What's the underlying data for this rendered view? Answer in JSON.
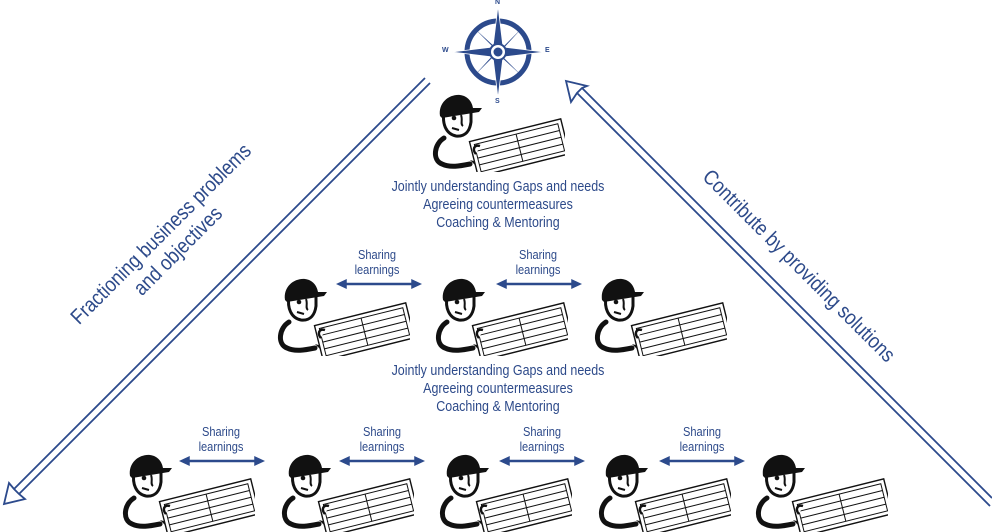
{
  "colors": {
    "accent": "#2c4a8c",
    "figure": "#111111"
  },
  "compass": {
    "icon": "compass-rose-icon",
    "north": "N",
    "south": "S",
    "east": "E",
    "west": "W"
  },
  "left_arrow": {
    "icon": "double-arrow-down-left-icon",
    "label_line1": "Fractioning business problems",
    "label_line2": "and objectives"
  },
  "right_arrow": {
    "icon": "double-arrow-up-left-icon",
    "label": "Contribute by providing solutions"
  },
  "levels": [
    {
      "name": "top",
      "workers": 1,
      "text": [
        "Jointly understanding Gaps and needs",
        "Agreeing countermeasures",
        "Coaching & Mentoring"
      ]
    },
    {
      "name": "middle",
      "workers": 3,
      "sharing": [
        {
          "line1": "Sharing",
          "line2": "learnings"
        },
        {
          "line1": "Sharing",
          "line2": "learnings"
        }
      ],
      "text": [
        "Jointly understanding Gaps and needs",
        "Agreeing countermeasures",
        "Coaching & Mentoring"
      ]
    },
    {
      "name": "bottom",
      "workers": 5,
      "sharing": [
        {
          "line1": "Sharing",
          "line2": "learnings"
        },
        {
          "line1": "Sharing",
          "line2": "learnings"
        },
        {
          "line1": "Sharing",
          "line2": "learnings"
        },
        {
          "line1": "Sharing",
          "line2": "learnings"
        }
      ]
    }
  ]
}
